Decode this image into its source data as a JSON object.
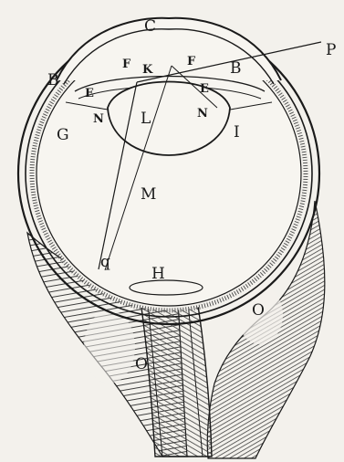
{
  "figure": {
    "labels": {
      "C": "C",
      "P": "P",
      "B_left": "B",
      "B_right": "B",
      "F_left": "F",
      "F_right": "F",
      "K": "K",
      "E_left": "E",
      "E_right": "E",
      "N_left": "N",
      "N_right": "N",
      "L": "L",
      "G": "G",
      "I": "I",
      "M": "M",
      "q": "q",
      "H": "H",
      "O_left": "O",
      "O_right": "O"
    }
  }
}
